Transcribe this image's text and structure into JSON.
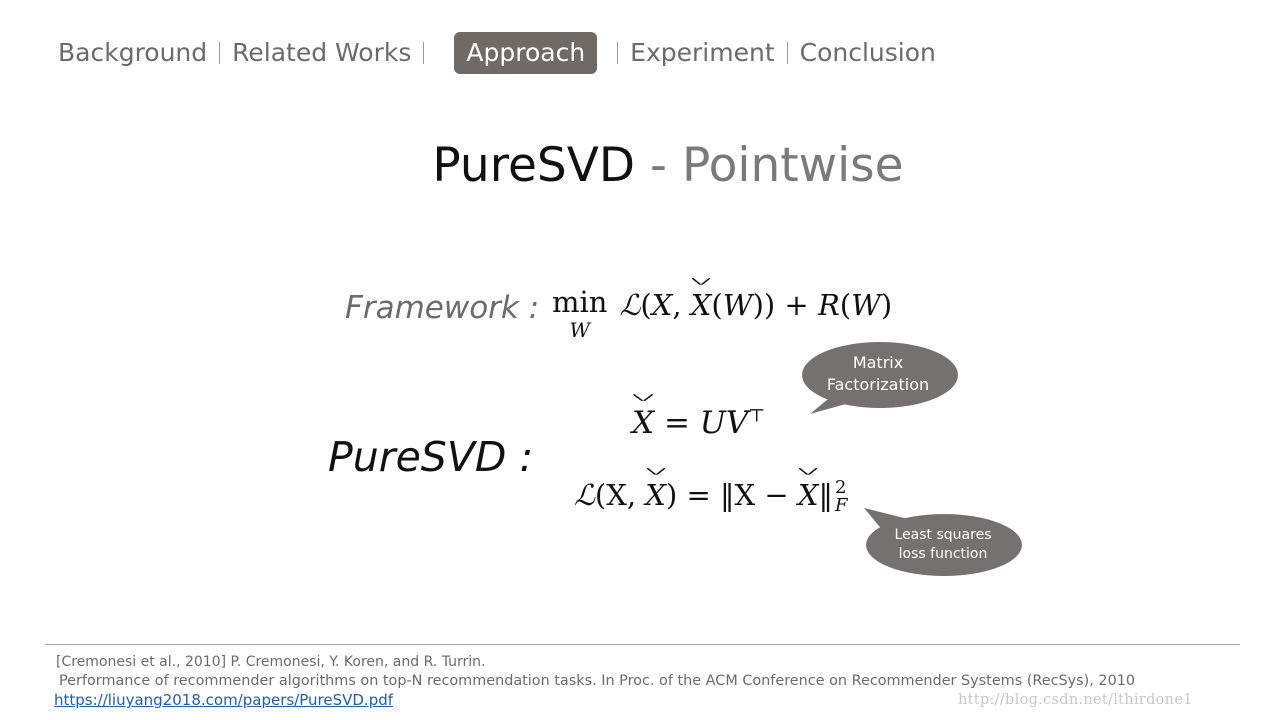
{
  "nav": {
    "items": [
      {
        "label": "Background",
        "active": false
      },
      {
        "label": "Related Works",
        "active": false
      },
      {
        "label": "Approach",
        "active": true
      },
      {
        "label": "Experiment",
        "active": false
      },
      {
        "label": "Conclusion",
        "active": false
      }
    ]
  },
  "title": {
    "main": "PureSVD",
    "dash": "-",
    "sub": "Pointwise"
  },
  "framework": {
    "label": "Framework :",
    "min": "min",
    "min_sub": "W",
    "expr": "(X, X(W)) + R(W)",
    "script_l": "ℒ"
  },
  "puresvd": {
    "label": "PureSVD :",
    "eq1_lhs": "X",
    "eq1_rhs": "= UV",
    "eq1_sup": "⊤",
    "eq2_script_l": "ℒ",
    "eq2_open": "(X, ",
    "eq2_xhat": "X",
    "eq2_mid": ") = ‖X − ",
    "eq2_xhat2": "X",
    "eq2_close": "‖",
    "eq2_sup": "2",
    "eq2_sub": "F"
  },
  "bubbles": {
    "mf": {
      "line1": "Matrix",
      "line2": "Factorization"
    },
    "ls": {
      "line1": "Least squares",
      "line2": "loss function"
    }
  },
  "reference": {
    "line1": "[Cremonesi et al., 2010]  P. Cremonesi, Y. Koren, and R. Turrin.",
    "line2": "Performance of recommender algorithms on top-N recommendation tasks. In Proc. of the ACM Conference on Recommender Systems (RecSys), 2010",
    "link": "https://liuyang2018.com/papers/PureSVD.pdf"
  },
  "watermark": "http://blog.csdn.net/lthirdone1",
  "colors": {
    "active_tab_bg": "#6f6a66",
    "bubble_fill": "#757170",
    "link": "#1f5fa8"
  }
}
